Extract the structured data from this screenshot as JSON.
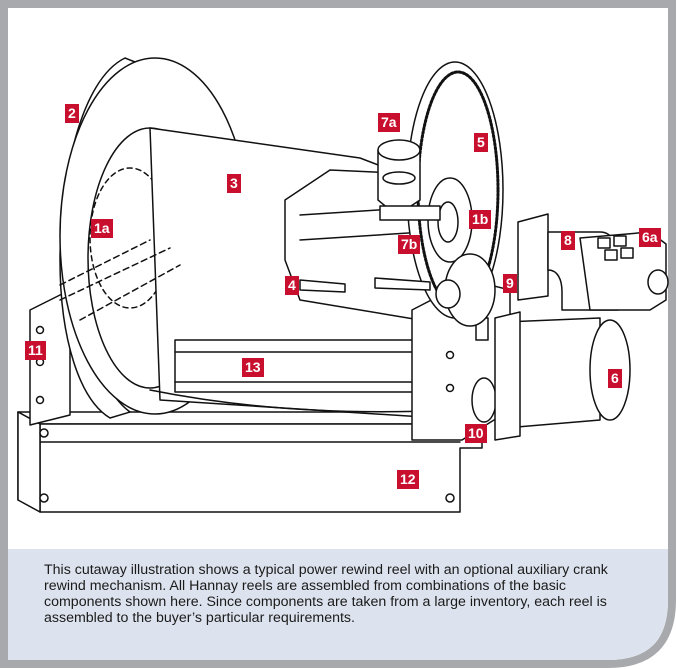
{
  "diagram": {
    "callouts": [
      {
        "id": "2",
        "label": "2"
      },
      {
        "id": "7a",
        "label": "7a"
      },
      {
        "id": "5",
        "label": "5"
      },
      {
        "id": "3",
        "label": "3"
      },
      {
        "id": "1a",
        "label": "1a"
      },
      {
        "id": "1b",
        "label": "1b"
      },
      {
        "id": "8",
        "label": "8"
      },
      {
        "id": "6a",
        "label": "6a"
      },
      {
        "id": "7b",
        "label": "7b"
      },
      {
        "id": "4",
        "label": "4"
      },
      {
        "id": "9",
        "label": "9"
      },
      {
        "id": "11",
        "label": "11"
      },
      {
        "id": "13",
        "label": "13"
      },
      {
        "id": "6",
        "label": "6"
      },
      {
        "id": "10",
        "label": "10"
      },
      {
        "id": "12",
        "label": "12"
      }
    ],
    "caption": "This cutaway illustration shows a typical power rewind reel with an optional auxiliary crank rewind mechanism. All Hannay reels are assembled from combinations of the basic components shown here. Since components are taken from a large inventory, each reel is assembled to the buyer’s particular requirements.",
    "colors": {
      "callout_bg": "#c8102e",
      "callout_text": "#ffffff",
      "border": "#a7a9ac",
      "caption_bg": "#dde3ee",
      "line": "#111111"
    }
  }
}
